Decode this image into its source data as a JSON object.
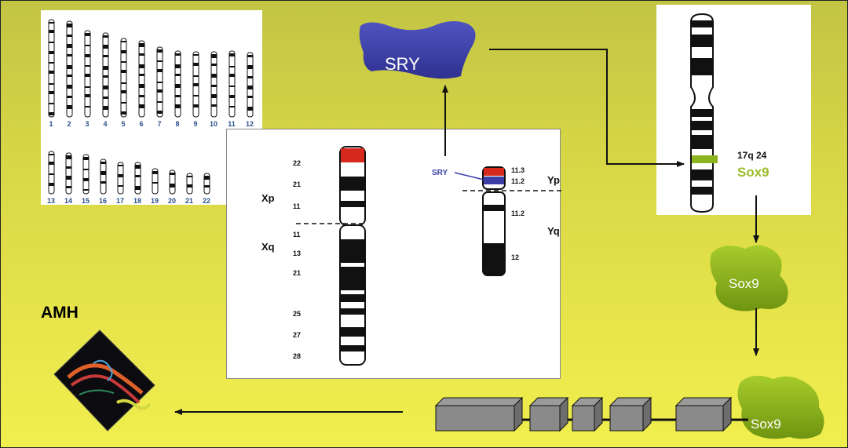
{
  "karyotype": {
    "row1_numbers": [
      "1",
      "2",
      "3",
      "4",
      "5",
      "6",
      "7",
      "8",
      "9",
      "10",
      "11",
      "12"
    ],
    "row2_numbers": [
      "13",
      "14",
      "15",
      "16",
      "17",
      "18",
      "19",
      "20",
      "21",
      "22"
    ]
  },
  "x_chromosome": {
    "p_bands": [
      "22",
      "21",
      "11"
    ],
    "q_bands": [
      "11",
      "13",
      "21",
      "25",
      "27",
      "28"
    ],
    "p_arm": "Xp",
    "q_arm": "Xq"
  },
  "y_chromosome": {
    "gene_label": "SRY",
    "p_bands": [
      "11.3",
      "11.2"
    ],
    "q_bands": [
      "11.2",
      "12"
    ],
    "p_arm": "Yp",
    "q_arm": "Yq"
  },
  "chr17": {
    "locus": "17q 24",
    "gene": "Sox9"
  },
  "proteins": {
    "sry": "SRY",
    "sox9_mid": "Sox9",
    "sox9_bottom": "Sox9"
  },
  "amh": {
    "title": "AMH"
  },
  "colors": {
    "sry_blue": "#3b3fa6",
    "sox9_green": "#8cb41e",
    "sox9_text": "#9dbb2a"
  }
}
